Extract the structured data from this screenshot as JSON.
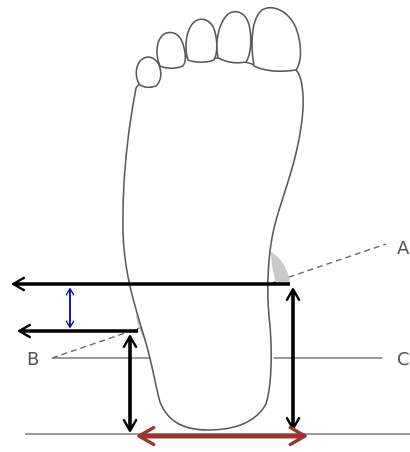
{
  "diagram": {
    "labels": {
      "a": "A",
      "b": "B",
      "c": "C"
    },
    "colors": {
      "outline": "#5a5a5a",
      "guide_line": "#7a7a7a",
      "dashed_line": "#6a6a6a",
      "shade": "#c9c9c9",
      "arrow_main": "#000000",
      "arrow_small": "#0000cc",
      "arrow_base": "#9a3530"
    }
  }
}
